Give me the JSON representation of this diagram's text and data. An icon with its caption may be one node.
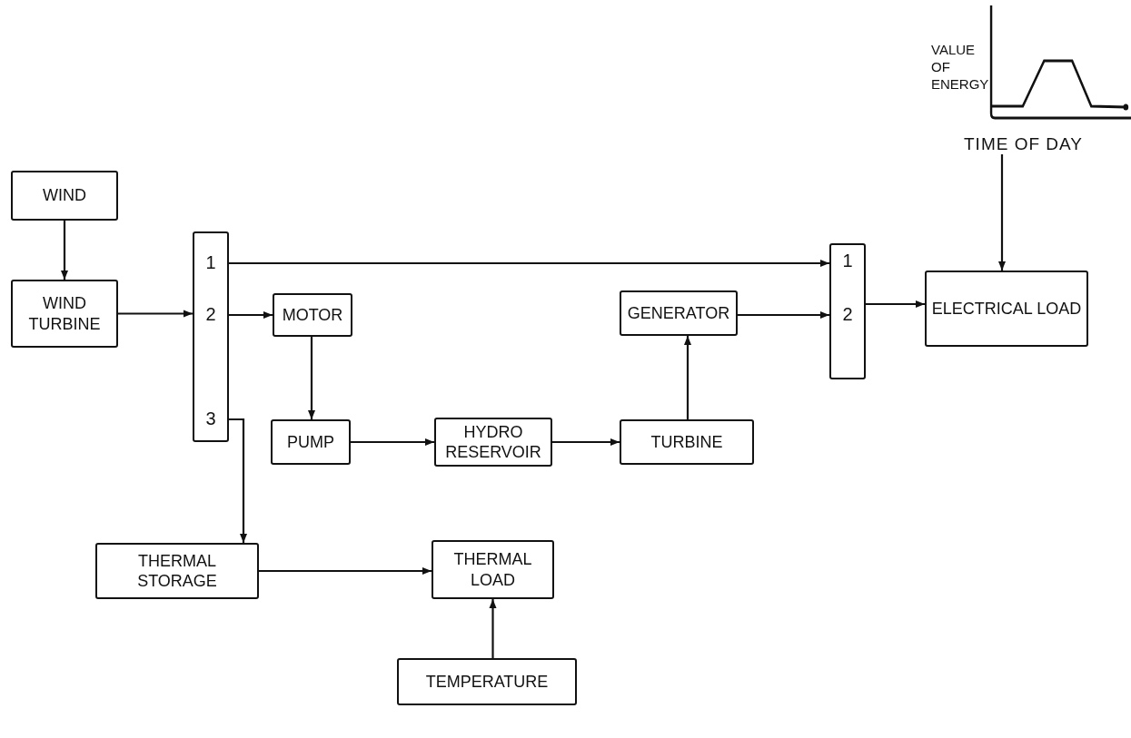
{
  "diagram": {
    "nodes": [
      {
        "text": [
          "WIND"
        ]
      },
      {
        "text": [
          "WIND TURBINE"
        ]
      },
      {
        "text": [
          "1",
          "2",
          "3"
        ]
      },
      {
        "text": [
          "MOTOR"
        ]
      },
      {
        "text": [
          "PUMP"
        ]
      },
      {
        "text": [
          "HYDRO RESERVOIR"
        ]
      },
      {
        "text": [
          "TURBINE"
        ]
      },
      {
        "text": [
          "GENERATOR"
        ]
      },
      {
        "text": [
          "1",
          "2"
        ]
      },
      {
        "text": [
          "ELECTRICAL LOAD"
        ]
      },
      {
        "text": [
          "THERMAL STORAGE"
        ]
      },
      {
        "text": [
          "THERMAL LOAD"
        ]
      },
      {
        "text": [
          "TEMPERATURE"
        ]
      },
      {
        "text": [
          "VALUE OF ENERGY",
          "TIME OF DAY"
        ]
      }
    ],
    "edges": [
      {
        "from": 0,
        "to": 1,
        "arrow": "to"
      },
      {
        "from": 1,
        "to": 2,
        "arrow": "to"
      },
      {
        "from": 2,
        "to": 8,
        "arrow": "to"
      },
      {
        "from": 2,
        "to": 3,
        "arrow": "to"
      },
      {
        "from": 2,
        "to": 10,
        "arrow": "to"
      },
      {
        "from": 3,
        "to": 4,
        "arrow": "to"
      },
      {
        "from": 4,
        "to": 5,
        "arrow": "to"
      },
      {
        "from": 5,
        "to": 6,
        "arrow": "to"
      },
      {
        "from": 6,
        "to": 7,
        "arrow": "to"
      },
      {
        "from": 7,
        "to": 8,
        "arrow": "to"
      },
      {
        "from": 8,
        "to": 9,
        "arrow": "to"
      },
      {
        "from": 13,
        "to": 9,
        "arrow": "to"
      },
      {
        "from": 10,
        "to": 11,
        "arrow": "to"
      },
      {
        "from": 12,
        "to": 11,
        "arrow": "to"
      }
    ]
  }
}
